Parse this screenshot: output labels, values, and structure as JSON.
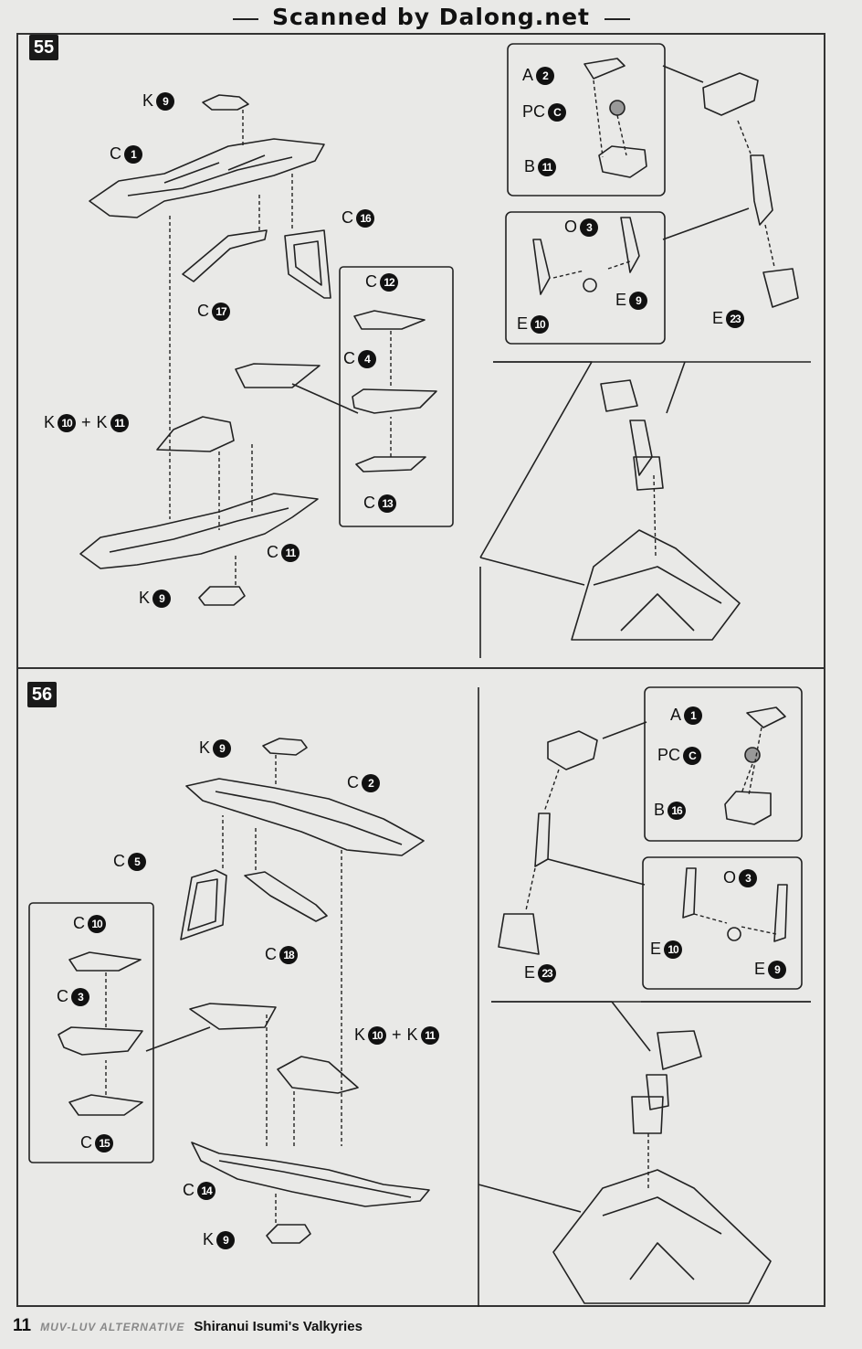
{
  "header": {
    "scan_credit": "Scanned by Dalong.net"
  },
  "step55": {
    "step_number": "55",
    "main": {
      "top_k": {
        "letter": "K",
        "num": "9"
      },
      "upper_body": {
        "letter": "C",
        "num": "1"
      },
      "left_strip": {
        "letter": "C",
        "num": "17"
      },
      "right_frame": {
        "letter": "C",
        "num": "16"
      },
      "k_pair": {
        "letter1": "K",
        "num1": "10",
        "plus": "+",
        "letter2": "K",
        "num2": "11"
      },
      "lower_body": {
        "letter": "C",
        "num": "11"
      },
      "bottom_k": {
        "letter": "K",
        "num": "9"
      }
    },
    "subassembly": [
      {
        "letter": "C",
        "num": "12"
      },
      {
        "letter": "C",
        "num": "4"
      },
      {
        "letter": "C",
        "num": "13"
      }
    ],
    "joint_box": [
      {
        "letter": "A",
        "num": "2"
      },
      {
        "letter": "PC",
        "num": "C"
      },
      {
        "letter": "B",
        "num": "11"
      }
    ],
    "arm_box": [
      {
        "letter": "O",
        "num": "3"
      },
      {
        "letter": "E",
        "num": "9"
      },
      {
        "letter": "E",
        "num": "10"
      }
    ],
    "tip": {
      "letter": "E",
      "num": "23"
    }
  },
  "step56": {
    "step_number": "56",
    "main": {
      "top_k": {
        "letter": "K",
        "num": "9"
      },
      "upper_body": {
        "letter": "C",
        "num": "2"
      },
      "left_frame": {
        "letter": "C",
        "num": "5"
      },
      "right_strip": {
        "letter": "C",
        "num": "18"
      },
      "k_pair": {
        "letter1": "K",
        "num1": "10",
        "plus": "+",
        "letter2": "K",
        "num2": "11"
      },
      "lower_body": {
        "letter": "C",
        "num": "14"
      },
      "bottom_k": {
        "letter": "K",
        "num": "9"
      }
    },
    "subassembly": [
      {
        "letter": "C",
        "num": "10"
      },
      {
        "letter": "C",
        "num": "3"
      },
      {
        "letter": "C",
        "num": "15"
      }
    ],
    "joint_box": [
      {
        "letter": "A",
        "num": "1"
      },
      {
        "letter": "PC",
        "num": "C"
      },
      {
        "letter": "B",
        "num": "16"
      }
    ],
    "arm_box": [
      {
        "letter": "O",
        "num": "3"
      },
      {
        "letter": "E",
        "num": "10"
      },
      {
        "letter": "E",
        "num": "9"
      }
    ],
    "tip": {
      "letter": "E",
      "num": "23"
    }
  },
  "footer": {
    "page_number": "11",
    "series": "MUV-LUV ALTERNATIVE",
    "title": "Shiranui Isumi's Valkyries"
  }
}
